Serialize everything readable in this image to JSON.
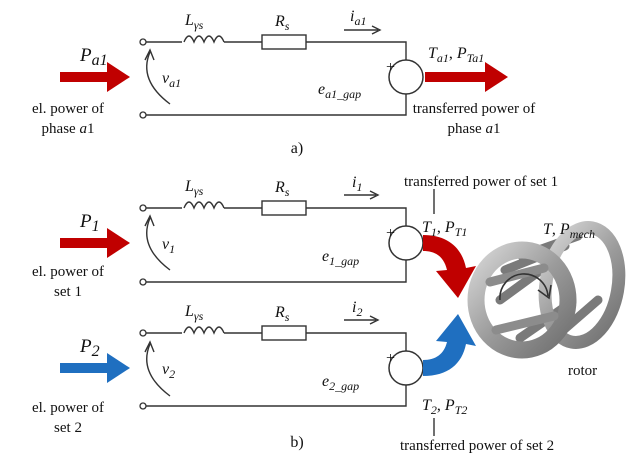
{
  "colors": {
    "red": "#c00000",
    "blue": "#1f6fc0",
    "wire": "#333333",
    "rotor": "#9a9a9a"
  },
  "a": {
    "caption": "a)",
    "inductor": {
      "main": "L",
      "sub": "γs"
    },
    "resistor": {
      "main": "R",
      "sub": "s"
    },
    "current": {
      "main": "i",
      "sub": "a1"
    },
    "voltage": {
      "main": "v",
      "sub": "a1"
    },
    "emf": {
      "main": "e",
      "sub": "a1_gap"
    },
    "power_in": {
      "main": "P",
      "sub": "a1"
    },
    "torque": {
      "t_main": "T",
      "t_sub": "a1",
      "sep": ", ",
      "p_main": "P",
      "p_sub": "Ta1"
    },
    "el_label": {
      "line1": "el. power of",
      "line2_pre": "phase ",
      "line2_it": "a",
      "line2_post": "1"
    },
    "tr_label": {
      "line1": "transferred power of",
      "line2_pre": "phase ",
      "line2_it": "a",
      "line2_post": "1"
    }
  },
  "b1": {
    "inductor": {
      "main": "L",
      "sub": "γs"
    },
    "resistor": {
      "main": "R",
      "sub": "s"
    },
    "current": {
      "main": "i",
      "sub": "1"
    },
    "voltage": {
      "main": "v",
      "sub": "1"
    },
    "emf": {
      "main": "e",
      "sub": "1_gap"
    },
    "power_in": {
      "main": "P",
      "sub": "1"
    },
    "torque": {
      "t_main": "T",
      "t_sub": "1",
      "sep": ", ",
      "p_main": "P",
      "p_sub": "T1"
    },
    "el_label": {
      "line1": "el. power of",
      "line2": "set 1"
    },
    "tr_label": "transferred power of set 1"
  },
  "b2": {
    "inductor": {
      "main": "L",
      "sub": "γs"
    },
    "resistor": {
      "main": "R",
      "sub": "s"
    },
    "current": {
      "main": "i",
      "sub": "2"
    },
    "voltage": {
      "main": "v",
      "sub": "2"
    },
    "emf": {
      "main": "e",
      "sub": "2_gap"
    },
    "power_in": {
      "main": "P",
      "sub": "2"
    },
    "torque": {
      "t_main": "T",
      "t_sub": "2",
      "sep": ", ",
      "p_main": "P",
      "p_sub": "T2"
    },
    "el_label": {
      "line1": "el. power of",
      "line2": "set 2"
    },
    "tr_label": "transferred power of set 2"
  },
  "b": {
    "caption": "b)",
    "rotor_label": "rotor",
    "mech": {
      "t_main": "T",
      "sep": ", ",
      "p_main": "P",
      "p_sub": "mech"
    },
    "plus": "+"
  }
}
